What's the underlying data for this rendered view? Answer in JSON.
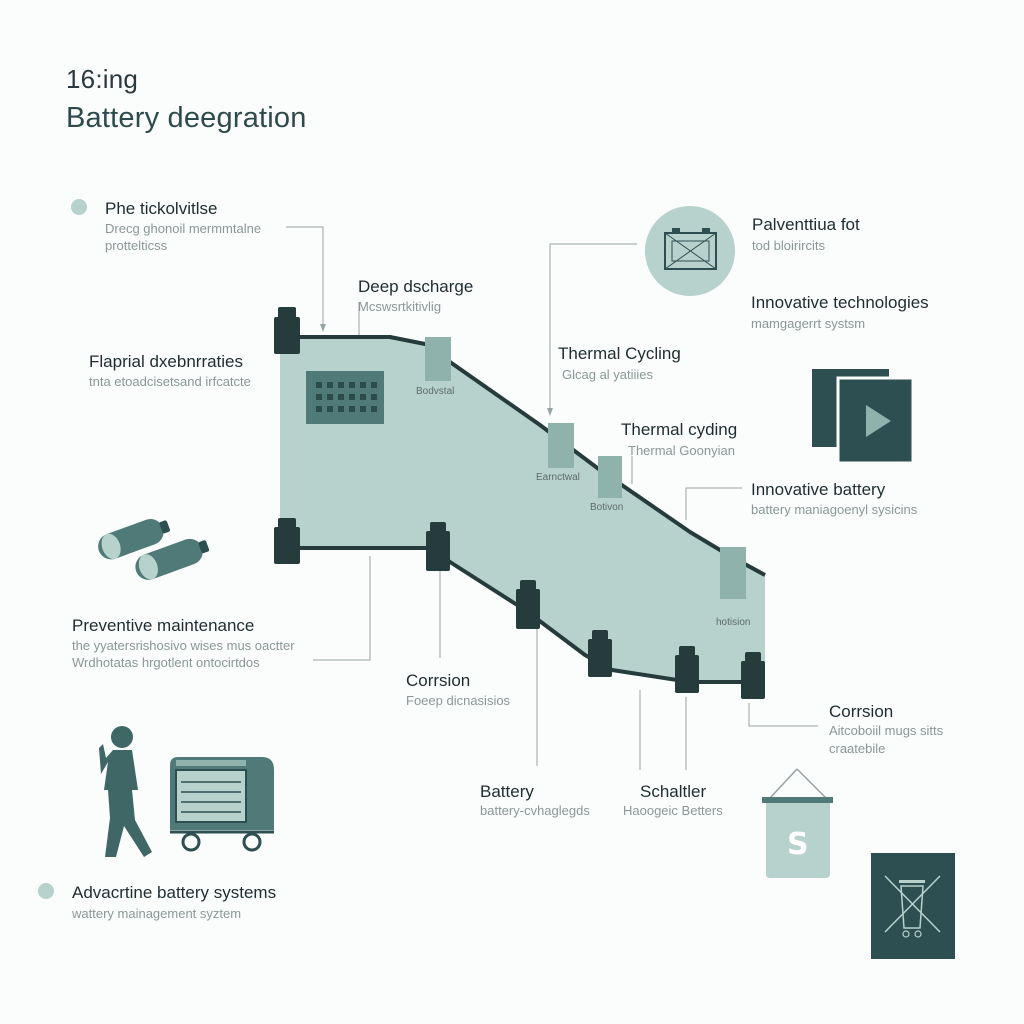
{
  "title": {
    "line1": "16:ing",
    "line2": "Battery deegration"
  },
  "labels": {
    "phe": {
      "heading": "Phe tickolvitlse",
      "sub1": "Drecg ghonoil mermmtalne",
      "sub2": "prottelticss"
    },
    "deep": {
      "heading": "Deep dscharge",
      "sub1": "Mcswsrtkitivlig"
    },
    "planar": {
      "heading": "Flaprial dxebnrraties",
      "sub1": "tnta etoadcisetsand irfcatcte"
    },
    "preventive": {
      "heading": "Preventive maintenance",
      "sub1": "the yyatersrishosivo wises mus oactter",
      "sub2": "Wrdhotatas hrgotlent ontocirtdos"
    },
    "advanced": {
      "heading": "Advacrtine battery systems",
      "sub1": "wattery mainagement syztem"
    },
    "paventia": {
      "heading": "Palventtiua fot",
      "sub1": "tod bloirircits"
    },
    "innovtech": {
      "heading": "Innovative technologies",
      "sub1": "mamgagerrt systsm"
    },
    "thermal1": {
      "heading": "Thermal Cycling",
      "sub1": "Glcag al yatiiies"
    },
    "thermal2": {
      "heading": "Thermal cyding",
      "sub1": "Thermal Goonyian"
    },
    "innovbat": {
      "heading": "Innovative battery",
      "sub1": "battery maniagoenyl sysicins"
    },
    "corrosion1": {
      "heading": "Corrsion",
      "sub1": "Foeep dicnasisios"
    },
    "corrosion2": {
      "heading": "Corrsion",
      "sub1": "Aitcoboiil mugs sitts",
      "sub2": "craatebile"
    },
    "battery": {
      "heading": "Battery",
      "sub1": "battery-cvhaglegds"
    },
    "schaltler": {
      "heading": "Schaltler",
      "sub1": "Haoogeic Betters"
    }
  },
  "module_labels": {
    "bodysial": "Bodvstal",
    "earncwal": "Earnctwal",
    "botivon": "Botivon",
    "hotision": "hotision"
  },
  "icons": {
    "bullet": "dot-icon",
    "battery_circle": "battery-icon",
    "player": "play-icon",
    "cells": "cylinder-cells-icon",
    "worker": "person-icon",
    "cart": "charging-cart-icon",
    "bag": "money-bag-icon",
    "recycle": "no-bin-icon"
  },
  "bag_symbol": "S",
  "colors": {
    "dark": "#2e4f51",
    "terminal": "#263b3c",
    "light": "#b7d1cc",
    "mid": "#8fb2ad",
    "line": "#98a3a5"
  }
}
